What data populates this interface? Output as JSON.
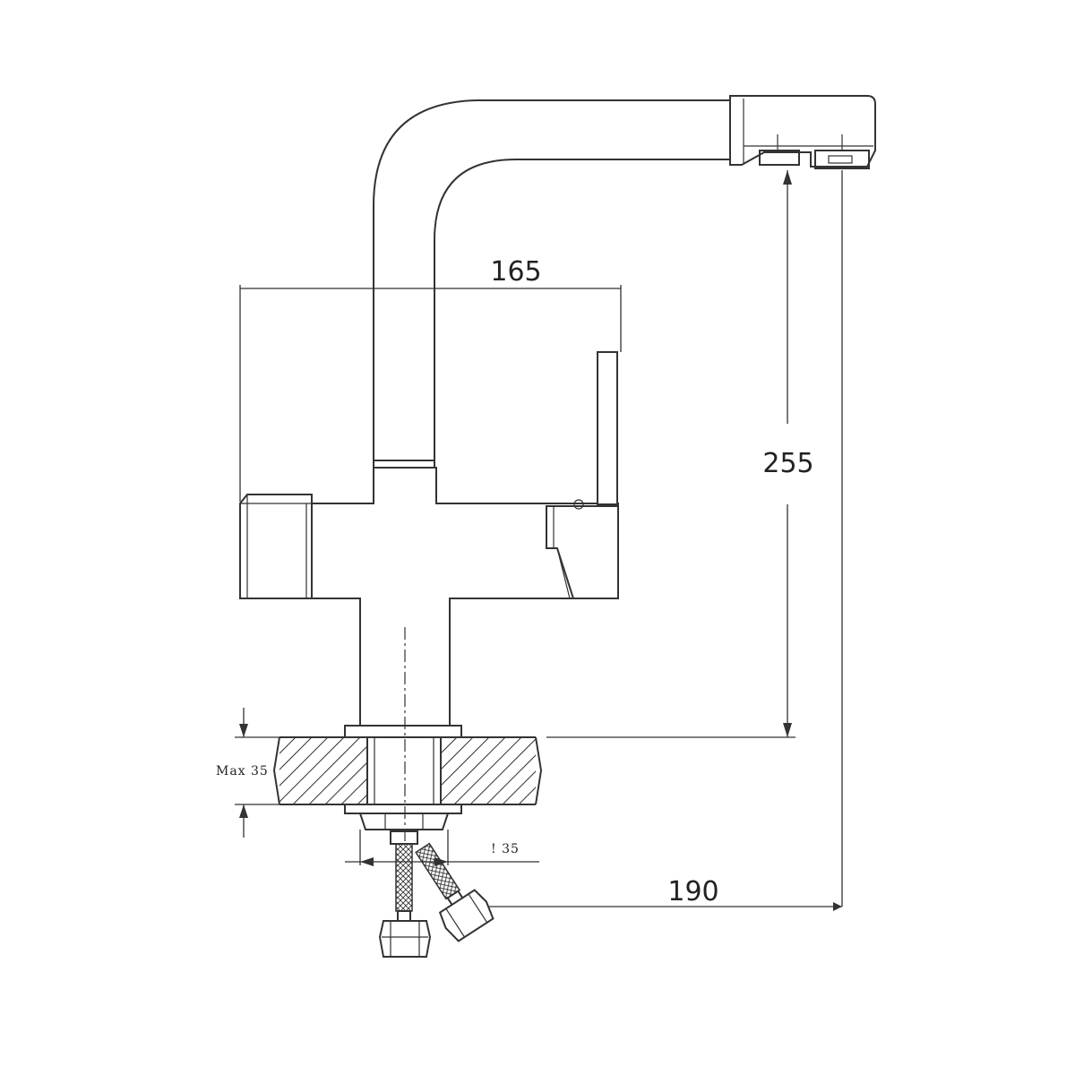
{
  "dimensions": {
    "body_width": "165",
    "spout_height": "255",
    "spout_reach": "190",
    "max_counter_thickness": "Max 35",
    "hole_diameter": "! 35"
  }
}
